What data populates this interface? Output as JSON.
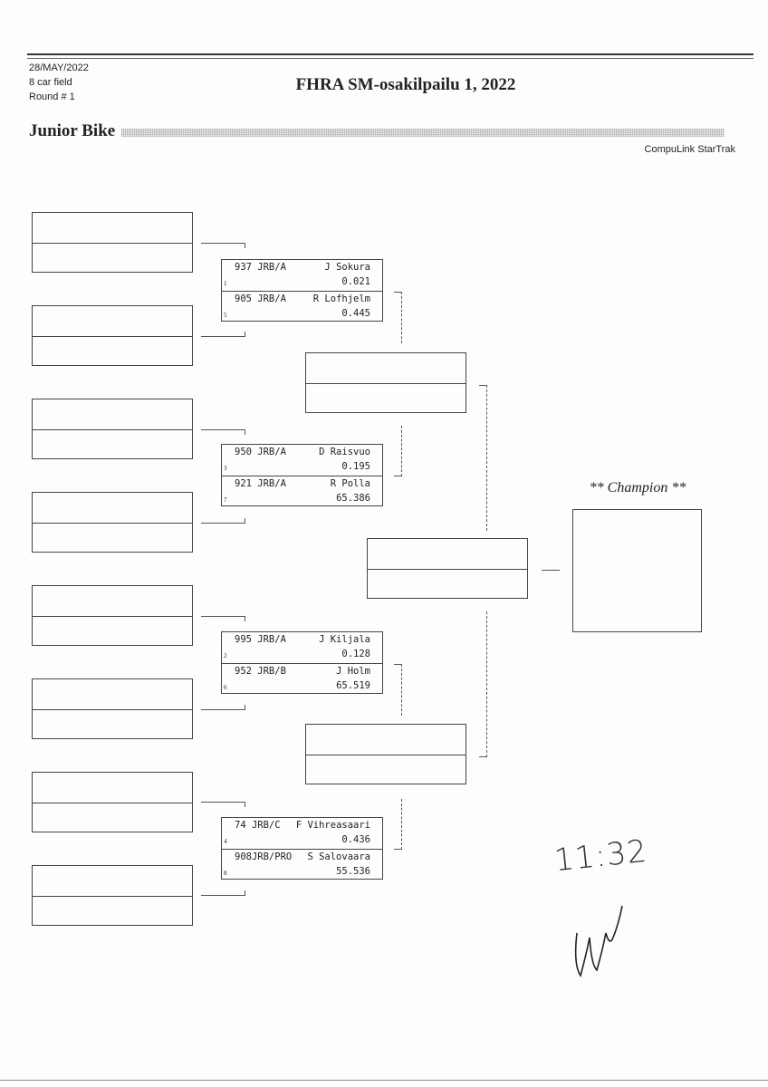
{
  "header": {
    "date": "28/MAY/2022",
    "field": "8 car field",
    "round": "Round # 1",
    "event_title": "FHRA SM-osakilpailu 1, 2022",
    "class_title": "Junior Bike",
    "software": "CompuLink StarTrak"
  },
  "round1": [
    {
      "top": {
        "number": "937 JRB/A",
        "name": "J Sokura",
        "et": "0.021",
        "seed": "1"
      },
      "bottom": {
        "number": "905 JRB/A",
        "name": "R Lofhjelm",
        "et": "0.445",
        "seed": "5"
      }
    },
    {
      "top": {
        "number": "950 JRB/A",
        "name": "D Raisvuo",
        "et": "0.195",
        "seed": "3"
      },
      "bottom": {
        "number": "921 JRB/A",
        "name": "R Polla",
        "et": "65.386",
        "seed": "7"
      }
    },
    {
      "top": {
        "number": "995 JRB/A",
        "name": "J Kiljala",
        "et": "0.128",
        "seed": "2"
      },
      "bottom": {
        "number": "952 JRB/B",
        "name": "J Holm",
        "et": "65.519",
        "seed": "6"
      }
    },
    {
      "top": {
        "number": "74 JRB/C",
        "name": "F Vihreasaari",
        "et": "0.436",
        "seed": "4"
      },
      "bottom": {
        "number": "908JRB/PRO",
        "name": "S Salovaara",
        "et": "55.536",
        "seed": "8"
      }
    }
  ],
  "champion_label": "** Champion **",
  "handwritten_time": "11:32"
}
